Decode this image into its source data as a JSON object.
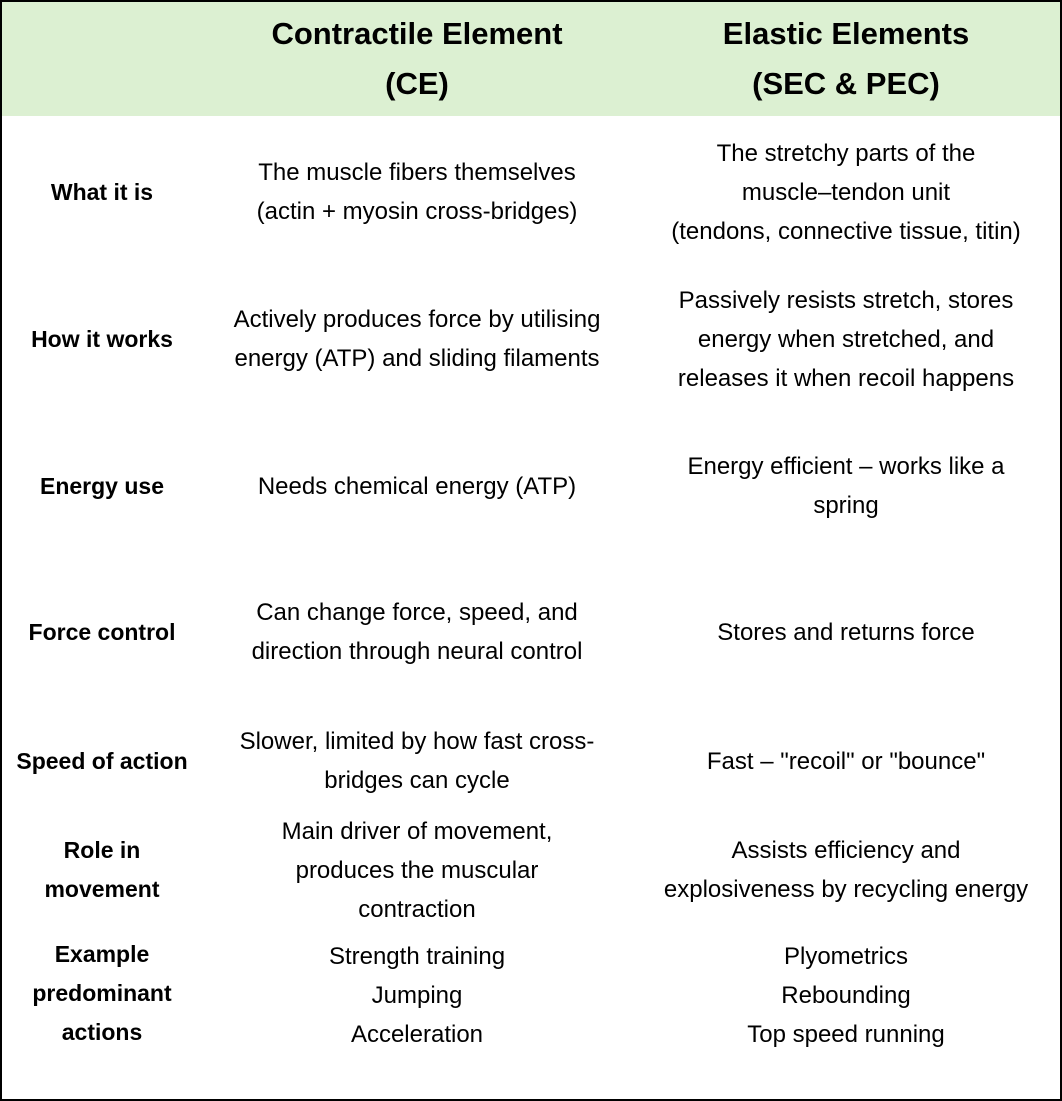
{
  "header": {
    "ce_line1": "Contractile Element",
    "ce_line2": "(CE)",
    "el_line1": "Elastic Elements",
    "el_line2": "(SEC & PEC)"
  },
  "rows": [
    {
      "label": [
        "What it is"
      ],
      "ce": [
        "The muscle fibers themselves",
        "(actin + myosin cross-bridges)"
      ],
      "el": [
        "The stretchy parts of the",
        "muscle–tendon unit",
        "(tendons, connective tissue, titin)"
      ]
    },
    {
      "label": [
        "How it works"
      ],
      "ce": [
        "Actively produces force by utilising",
        "energy (ATP) and sliding filaments"
      ],
      "el": [
        "Passively resists stretch, stores",
        "energy when stretched, and",
        "releases it when recoil happens"
      ]
    },
    {
      "label": [
        "Energy use"
      ],
      "ce": [
        "Needs chemical energy (ATP)"
      ],
      "el": [
        "Energy efficient – works like a",
        "spring"
      ]
    },
    {
      "label": [
        "Force control"
      ],
      "ce": [
        "Can change force, speed, and",
        "direction through neural control"
      ],
      "el": [
        "Stores and returns force"
      ]
    },
    {
      "label": [
        "Speed of action"
      ],
      "ce": [
        "Slower, limited by how fast cross-",
        "bridges can cycle"
      ],
      "el": [
        "Fast – \"recoil\" or \"bounce\""
      ]
    },
    {
      "label": [
        "Role in",
        "movement"
      ],
      "ce": [
        "Main driver of movement,",
        "produces the muscular",
        "contraction"
      ],
      "el": [
        "Assists efficiency and",
        "explosiveness by recycling energy"
      ]
    },
    {
      "label": [
        "Example",
        "predominant",
        "actions"
      ],
      "ce": [
        "Strength training",
        "Jumping",
        "Acceleration"
      ],
      "el": [
        "Plyometrics",
        "Rebounding",
        "Top speed running"
      ]
    }
  ]
}
